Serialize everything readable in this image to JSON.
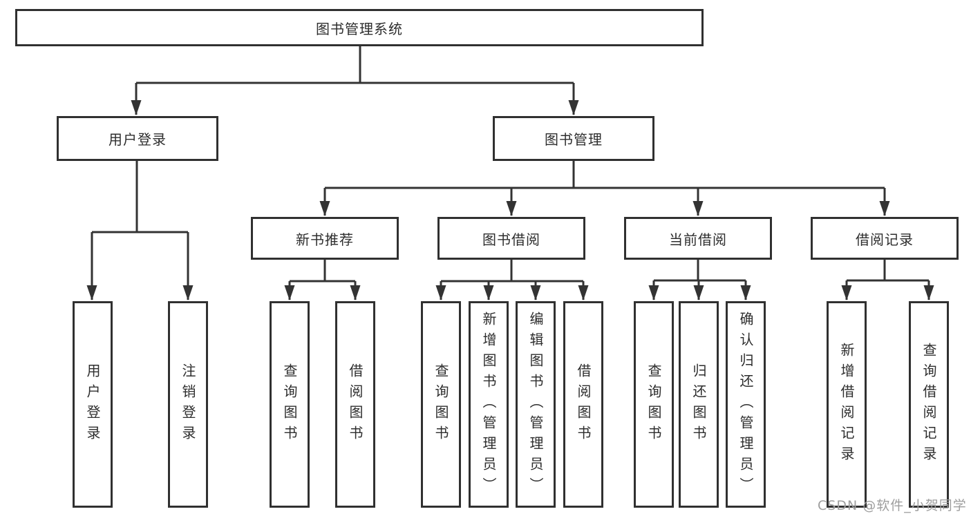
{
  "nodes": {
    "root": {
      "label": "图书管理系统"
    },
    "user_login": {
      "label": "用户登录"
    },
    "book_management": {
      "label": "图书管理"
    },
    "new_book_recommend": {
      "label": "新书推荐"
    },
    "book_borrow": {
      "label": "图书借阅"
    },
    "current_borrow": {
      "label": "当前借阅"
    },
    "borrow_records": {
      "label": "借阅记录"
    },
    "leaf_user_login": {
      "label": "用户登录"
    },
    "leaf_logout": {
      "label": "注销登录"
    },
    "leaf_query_book_1": {
      "label": "查询图书"
    },
    "leaf_borrow_book_1": {
      "label": "借阅图书"
    },
    "leaf_query_book_2": {
      "label": "查询图书"
    },
    "leaf_add_book": {
      "label": "新增图书（管理员）"
    },
    "leaf_edit_book": {
      "label": "编辑图书（管理员）"
    },
    "leaf_borrow_book_2": {
      "label": "借阅图书"
    },
    "leaf_query_book_3": {
      "label": "查询图书"
    },
    "leaf_return_book": {
      "label": "归还图书"
    },
    "leaf_confirm_return": {
      "label": "确认归还（管理员）"
    },
    "leaf_add_borrow_record": {
      "label": "新增借阅记录"
    },
    "leaf_query_borrow_record": {
      "label": "查询借阅记录"
    }
  },
  "watermark": {
    "text": "CSDN @软件_小贺同学"
  },
  "colors": {
    "line": "#333333",
    "box_border": "#303030",
    "text": "#2d2d2d",
    "background": "#ffffff",
    "watermark": "#9e9e9e"
  }
}
